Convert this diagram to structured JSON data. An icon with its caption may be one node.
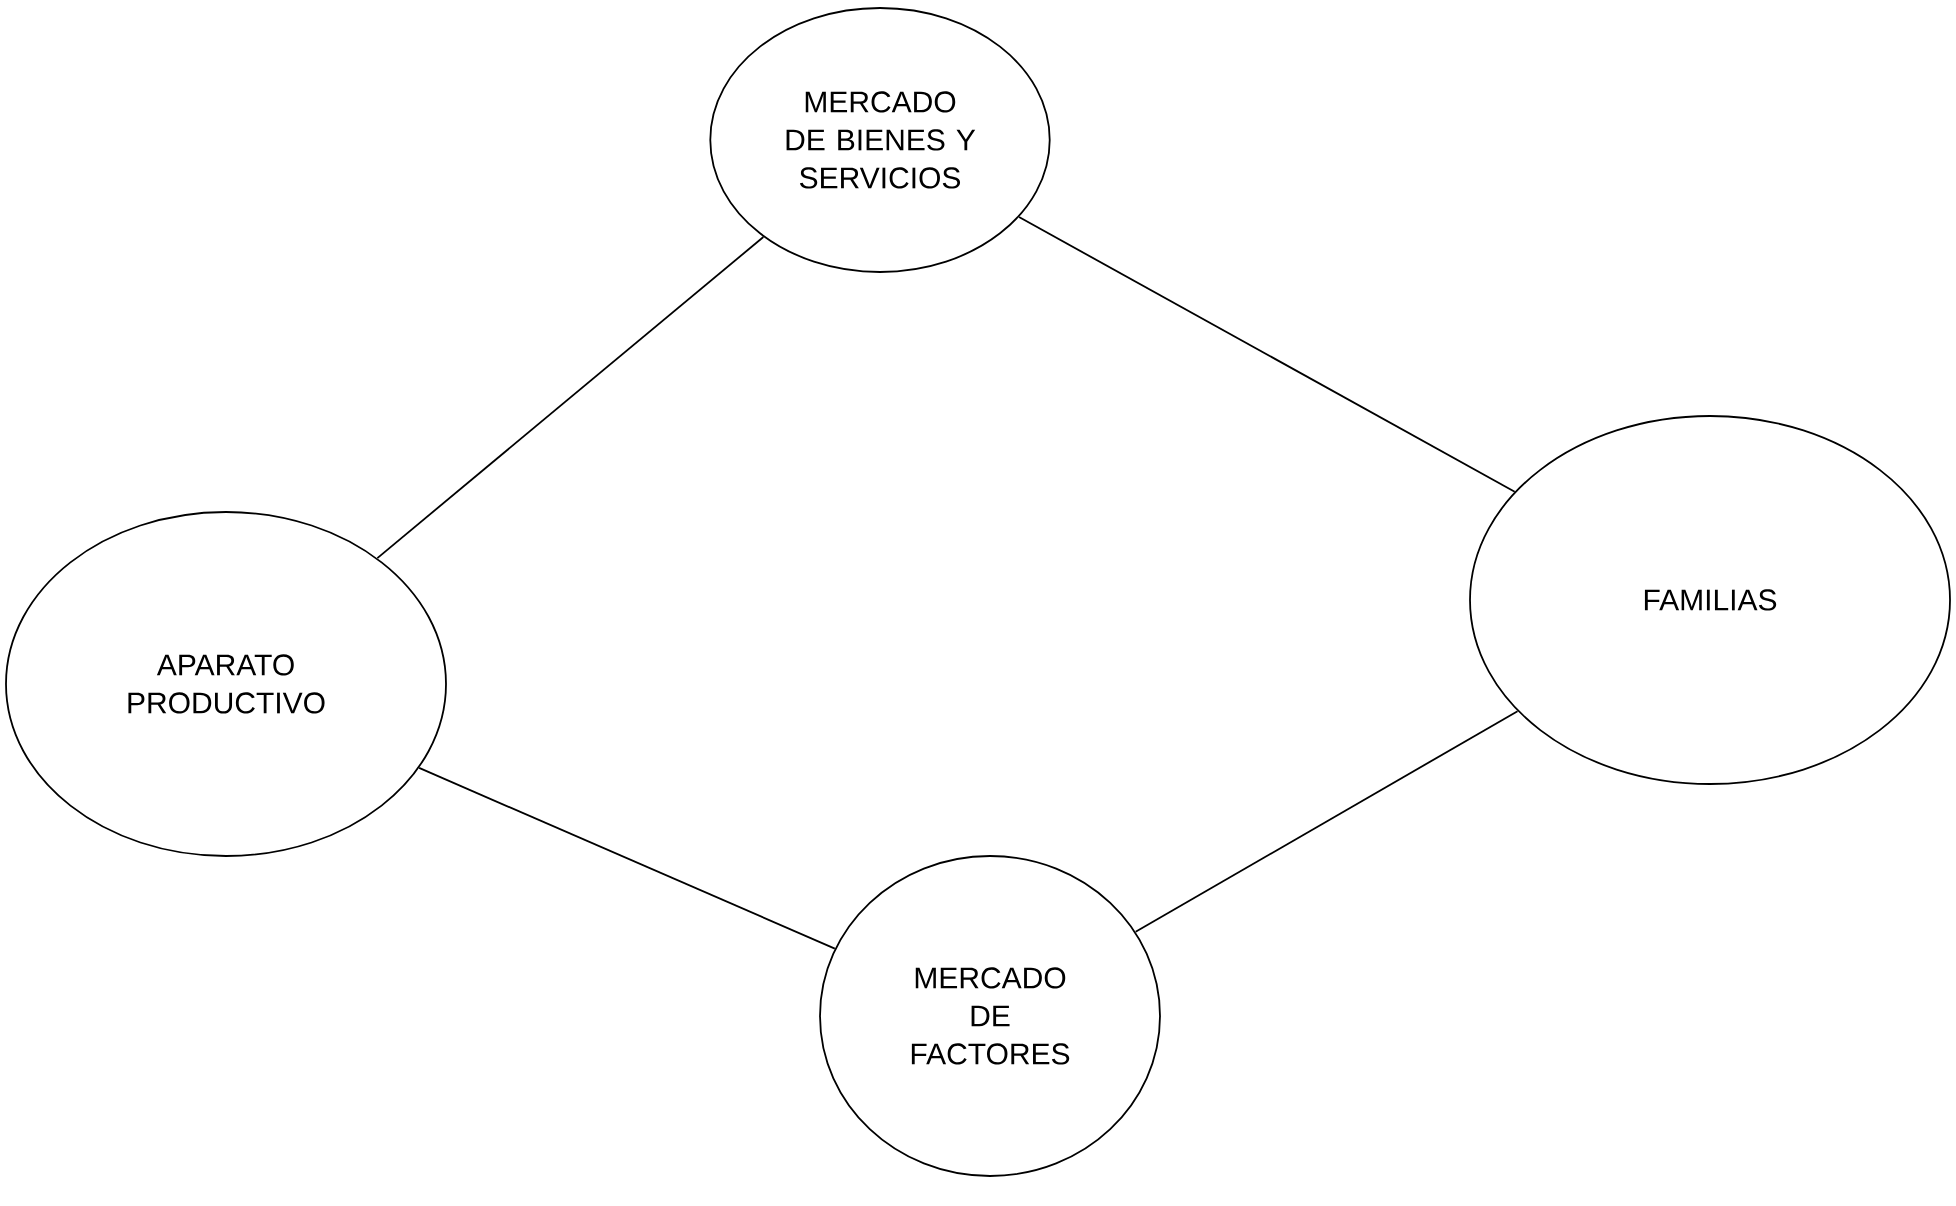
{
  "diagram": {
    "nodes": [
      {
        "text": [
          "MERCADO DE BIENES Y SERVICIOS"
        ]
      },
      {
        "text": [
          "APARATO PRODUCTIVO"
        ]
      },
      {
        "text": [
          "FAMILIAS"
        ]
      },
      {
        "text": [
          "MERCADO DE FACTORES"
        ]
      }
    ],
    "edges": [
      {
        "from": 1,
        "to": 0,
        "arrow": "none"
      },
      {
        "from": 0,
        "to": 2,
        "arrow": "none"
      },
      {
        "from": 2,
        "to": 3,
        "arrow": "none"
      },
      {
        "from": 3,
        "to": 1,
        "arrow": "none"
      }
    ]
  }
}
